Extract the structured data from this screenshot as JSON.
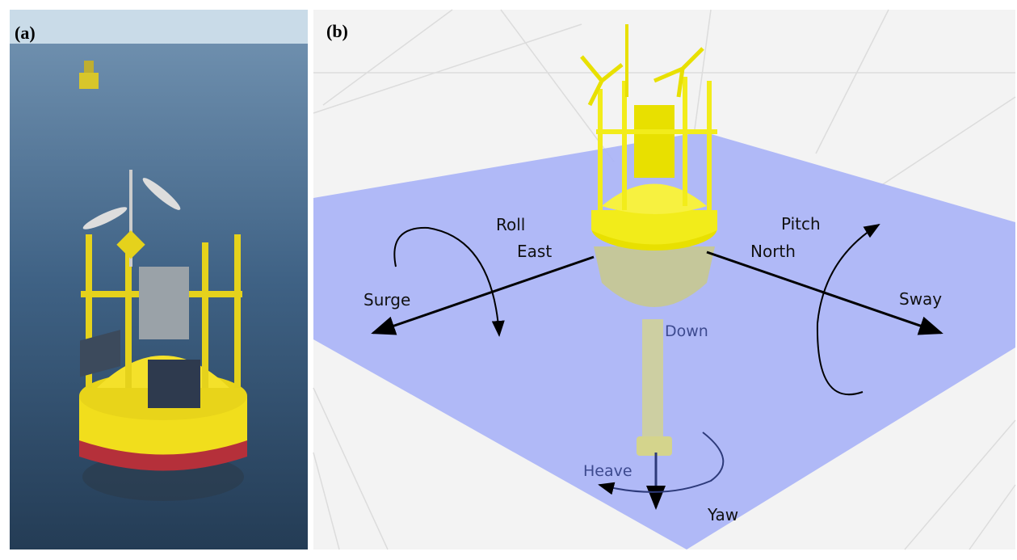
{
  "panels": {
    "a": {
      "label": "(a)"
    },
    "b": {
      "label": "(b)"
    }
  },
  "diagram": {
    "labels": {
      "roll": "Roll",
      "east": "East",
      "surge": "Surge",
      "pitch": "Pitch",
      "north": "North",
      "sway": "Sway",
      "down": "Down",
      "heave": "Heave",
      "yaw": "Yaw"
    },
    "colors": {
      "plane": "#a9b3f7",
      "buoy": "#f2ec1a",
      "hull": "#c7122a",
      "sea": "#3d5c7a"
    }
  }
}
